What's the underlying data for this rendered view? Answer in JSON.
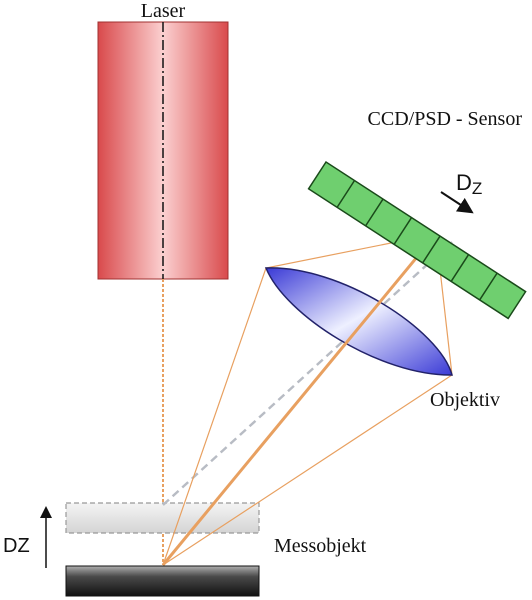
{
  "labels": {
    "laser": "Laser",
    "sensor": "CCD/PSD - Sensor",
    "objective": "Objektiv",
    "object": "Messobjekt",
    "displacement": "DZ",
    "sensor_shift_main": "D",
    "sensor_shift_sub": "Z"
  },
  "colors": {
    "laser_body": "#e8686a",
    "beam": "#e8a060",
    "lens": "#6a6ae8",
    "sensor": "#6fcf6f",
    "shifted_beam": "#b8bcc4",
    "object": "#333333"
  },
  "icons": {
    "displacement_arrow": "arrow-up-icon",
    "shift_arrow": "arrow-right-icon"
  },
  "sensor": {
    "cell_count": 7
  }
}
